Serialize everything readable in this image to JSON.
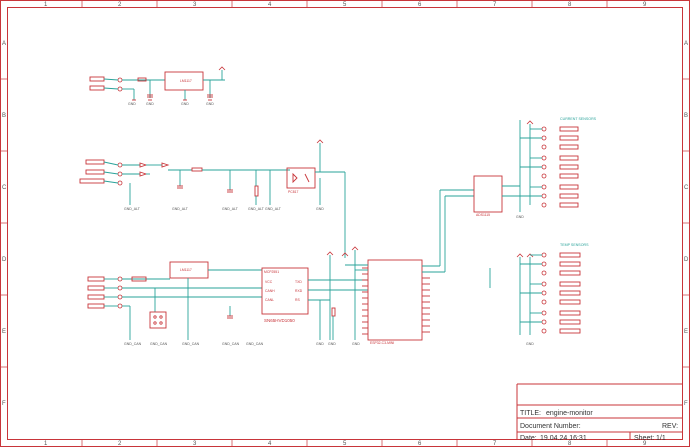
{
  "grid": {
    "columns": [
      "1",
      "2",
      "3",
      "4",
      "5",
      "6",
      "7",
      "8",
      "9"
    ],
    "rows": [
      "A",
      "B",
      "C",
      "D",
      "E",
      "F"
    ]
  },
  "title_block": {
    "title_label": "TITLE:",
    "title_value": "engine-monitor",
    "document_label": "Document Number:",
    "rev_label": "REV:",
    "date_label": "Date:",
    "date_value": "19.04.24 16:31",
    "sheet_label": "Sheet:",
    "sheet_value": "1/1"
  },
  "chip_labels": {
    "opto": "PC817",
    "can_transceiver": "MCP2551",
    "transceiver": "SN65HVD1050",
    "controller": "ESP32-C3-MINI",
    "regulator": "LM1117"
  },
  "colors": {
    "frame": "#c8353a",
    "wire": "#2aa39a",
    "text": "#333333"
  }
}
